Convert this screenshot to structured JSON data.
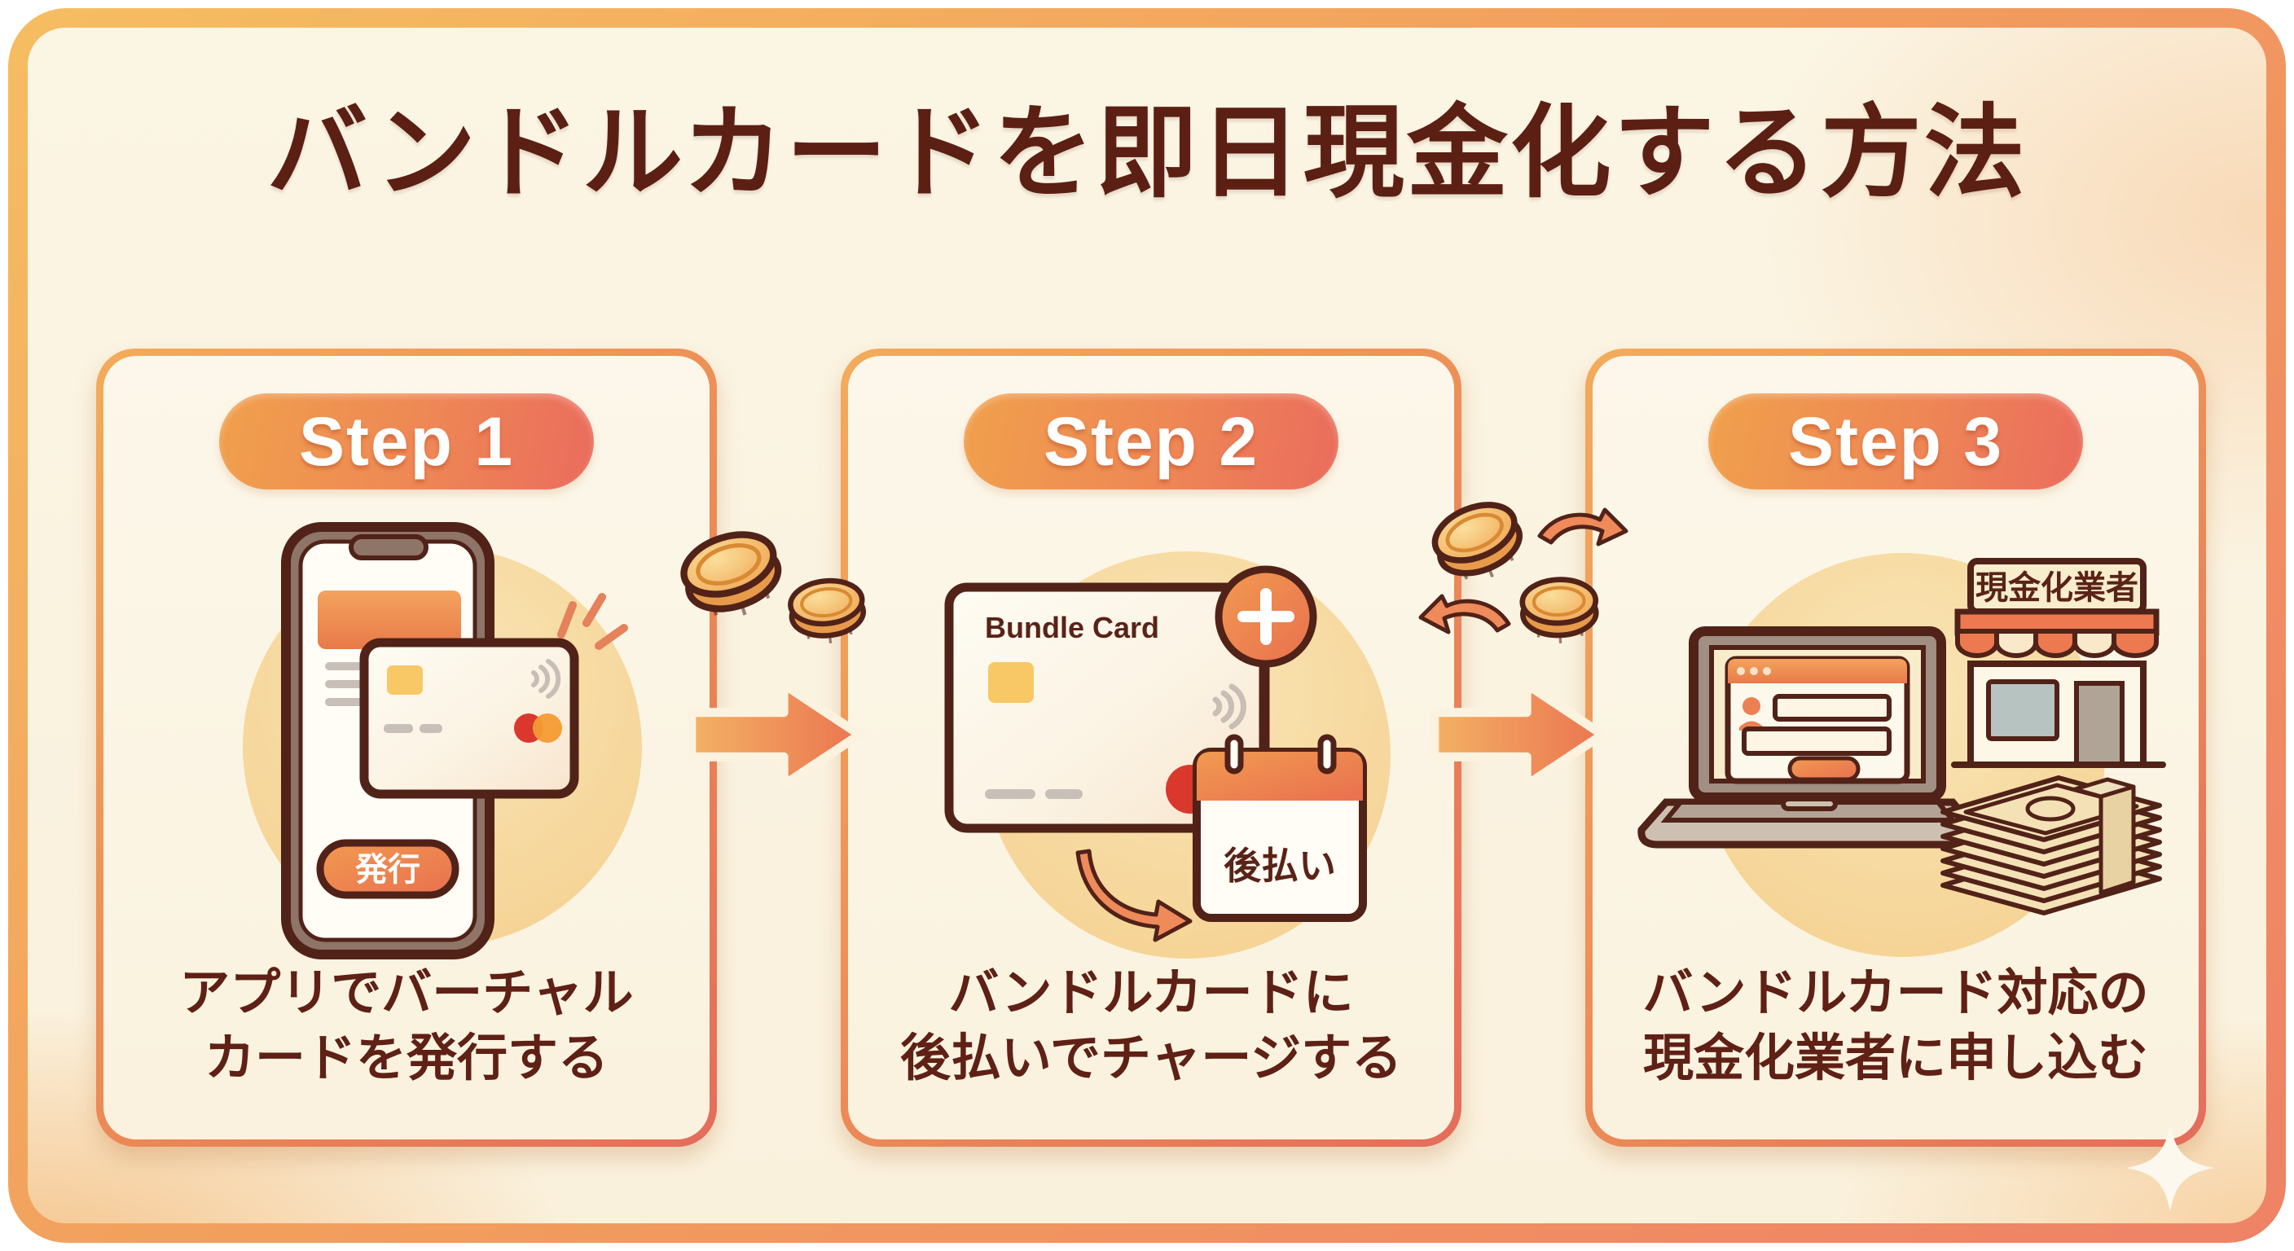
{
  "title": "バンドルカードを即日現金化する方法",
  "steps": [
    {
      "badge": "Step 1",
      "caption_line1": "アプリでバーチャル",
      "caption_line2": "カードを発行する",
      "phone_button_label": "発行"
    },
    {
      "badge": "Step 2",
      "caption_line1": "バンドルカードに",
      "caption_line2": "後払いでチャージする",
      "card_brand": "Bundle Card",
      "calendar_label": "後払い"
    },
    {
      "badge": "Step 3",
      "caption_line1": "バンドルカード対応の",
      "caption_line2": "現金化業者に申し込む",
      "store_sign": "現金化業者"
    }
  ],
  "colors": {
    "frame_gradient_start": "#f5bd62",
    "frame_gradient_end": "#ee8266",
    "panel_background": "#fbf5e6",
    "badge_gradient_start": "#f0a04c",
    "badge_gradient_end": "#ea6c5d",
    "title_text": "#5c1f13",
    "caption_text": "#5f2015",
    "illustration_outline": "#512218",
    "accent_orange": "#ee8153",
    "coin_gold": "#f0a452",
    "peach_circle": "#f7dfa8"
  }
}
